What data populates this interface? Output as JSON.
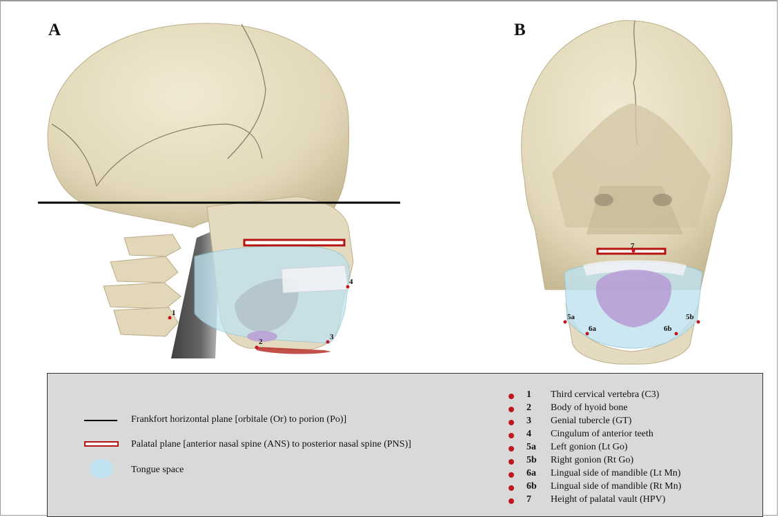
{
  "panels": {
    "a_letter": "A",
    "b_letter": "B"
  },
  "point_labels": {
    "p1": "1",
    "p2": "2",
    "p3": "3",
    "p4": "4",
    "p5a": "5a",
    "p5b": "5b",
    "p6a": "6a",
    "p6b": "6b",
    "p7": "7"
  },
  "legend": {
    "line_items": [
      {
        "symbol": "black-line",
        "label": "Frankfort horizontal plane [orbitale (Or) to porion (Po)]"
      },
      {
        "symbol": "red-outline-bar",
        "label": "Palatal plane [anterior nasal spine (ANS) to posterior nasal spine (PNS)]"
      },
      {
        "symbol": "light-blue-ellipse",
        "label": "Tongue space"
      }
    ],
    "points": [
      {
        "num": "1",
        "desc": "Third cervical vertebra (C3)"
      },
      {
        "num": "2",
        "desc": "Body of hyoid bone"
      },
      {
        "num": "3",
        "desc": "Genial tubercle (GT)"
      },
      {
        "num": "4",
        "desc": "Cingulum of anterior teeth"
      },
      {
        "num": "5a",
        "desc": "Left gonion (Lt Go)"
      },
      {
        "num": "5b",
        "desc": "Right gonion (Rt Go)"
      },
      {
        "num": "6a",
        "desc": "Lingual side of mandible (Lt Mn)"
      },
      {
        "num": "6b",
        "desc": "Lingual side of mandible (Rt Mn)"
      },
      {
        "num": "7",
        "desc": "Height of palatal vault (HPV)"
      }
    ]
  },
  "colors": {
    "bone": "#e8dfc5",
    "bone_shadow": "#c9bd9c",
    "suture": "#8a7f66",
    "tongue_space": "#bfe3f0",
    "tongue": "#b89ad6",
    "landmark_red": "#c0171f",
    "legend_bg": "#d9d9d9"
  }
}
